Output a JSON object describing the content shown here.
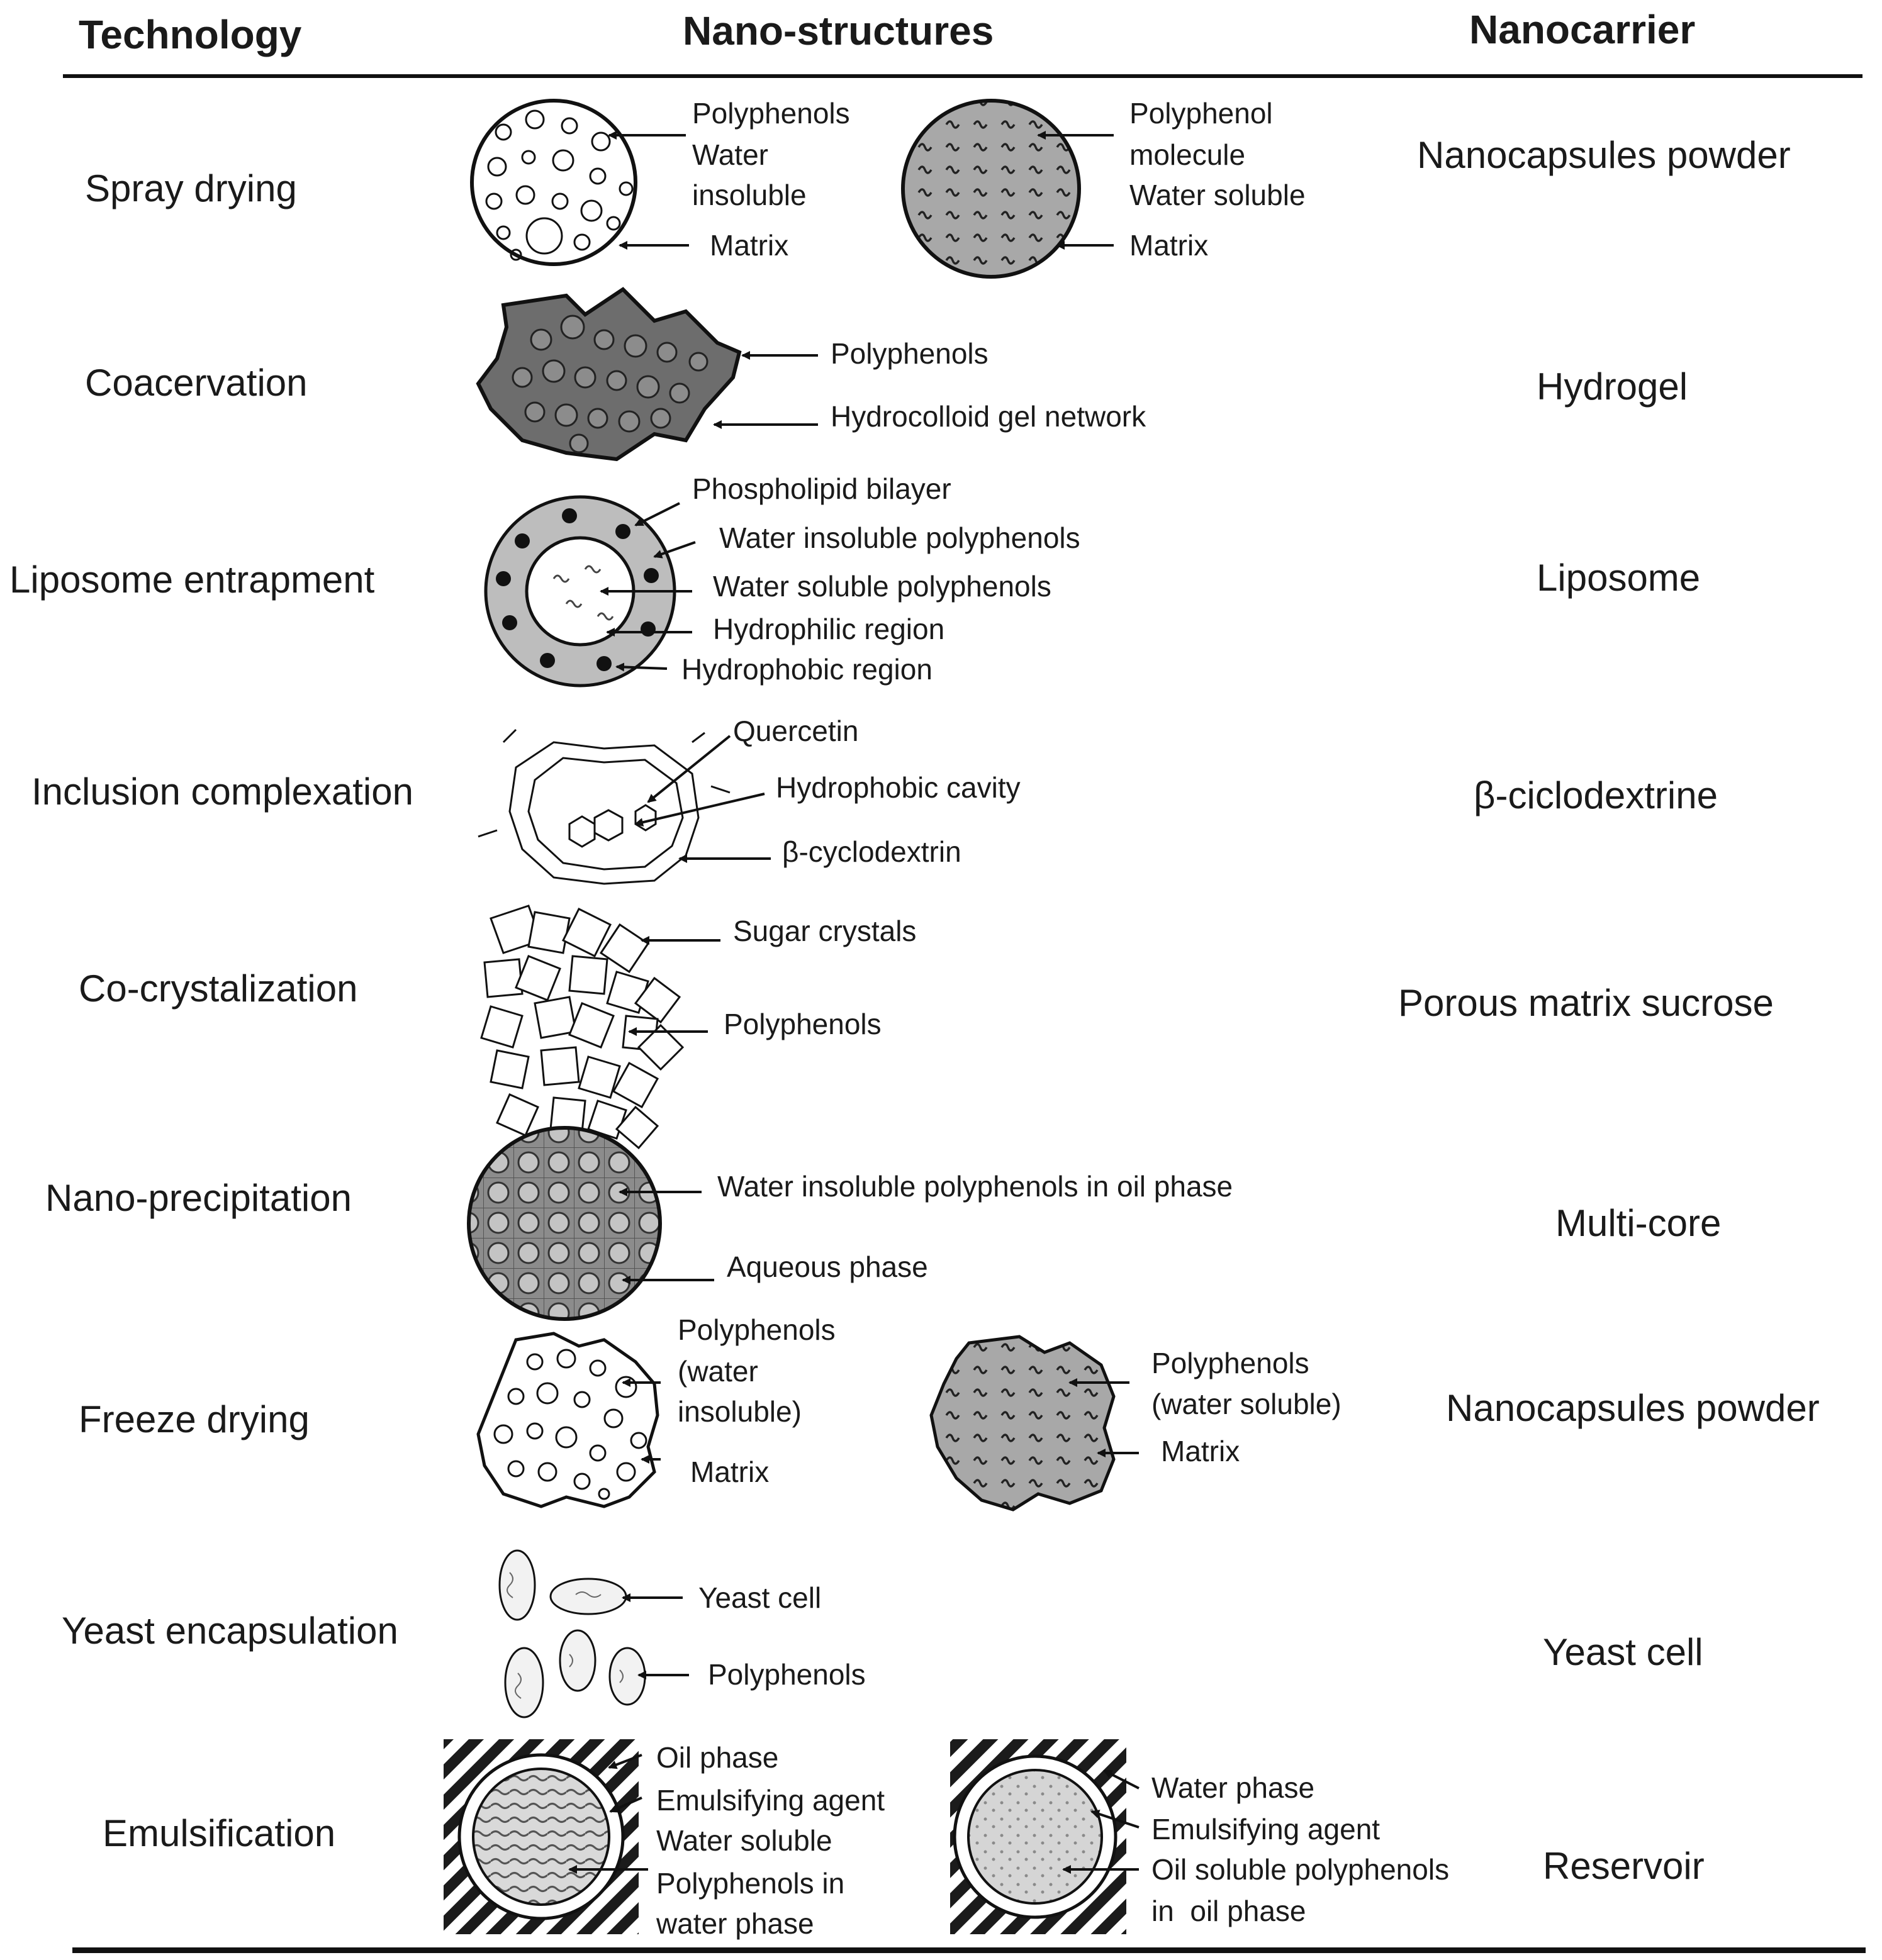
{
  "headers": {
    "technology": "Technology",
    "nanostructures": "Nano-structures",
    "nanocarrier": "Nanocarrier"
  },
  "rows": [
    {
      "technology": "Spray drying",
      "nanocarrier": "Nanocapsules powder",
      "labels": [
        "Polyphenols",
        "Water",
        "insoluble",
        "Matrix",
        "Polyphenol",
        "molecule",
        "Water soluble",
        "Matrix"
      ]
    },
    {
      "technology": "Coacervation",
      "nanocarrier": "Hydrogel",
      "labels": [
        "Polyphenols",
        "Hydrocolloid gel network"
      ]
    },
    {
      "technology": "Liposome entrapment",
      "nanocarrier": "Liposome",
      "labels": [
        "Phospholipid bilayer",
        "Water insoluble polyphenols",
        "Water soluble polyphenols",
        "Hydrophilic region",
        "Hydrophobic region"
      ]
    },
    {
      "technology": "Inclusion complexation",
      "nanocarrier": "β-ciclodextrine",
      "labels": [
        "Quercetin",
        "Hydrophobic cavity",
        "β-cyclodextrin"
      ]
    },
    {
      "technology": "Co-crystalization",
      "nanocarrier": "Porous matrix sucrose",
      "labels": [
        "Sugar crystals",
        "Polyphenols"
      ]
    },
    {
      "technology": "Nano-precipitation",
      "nanocarrier": "Multi-core",
      "labels": [
        "Water insoluble polyphenols in oil phase",
        "Aqueous phase"
      ]
    },
    {
      "technology": "Freeze drying",
      "nanocarrier": "Nanocapsules powder",
      "labels": [
        "Polyphenols",
        "(water",
        "insoluble)",
        "Matrix",
        "Polyphenols",
        "(water soluble)",
        "Matrix"
      ]
    },
    {
      "technology": "Yeast encapsulation",
      "nanocarrier": "Yeast cell",
      "labels": [
        "Yeast cell",
        "Polyphenols"
      ]
    },
    {
      "technology": "Emulsification",
      "nanocarrier": "Reservoir",
      "labels": [
        "Oil phase",
        "Emulsifying agent",
        "Water soluble",
        "Polyphenols in",
        "water phase",
        "Water phase",
        "Emulsifying agent",
        "Oil soluble polyphenols",
        "in  oil phase"
      ]
    }
  ]
}
